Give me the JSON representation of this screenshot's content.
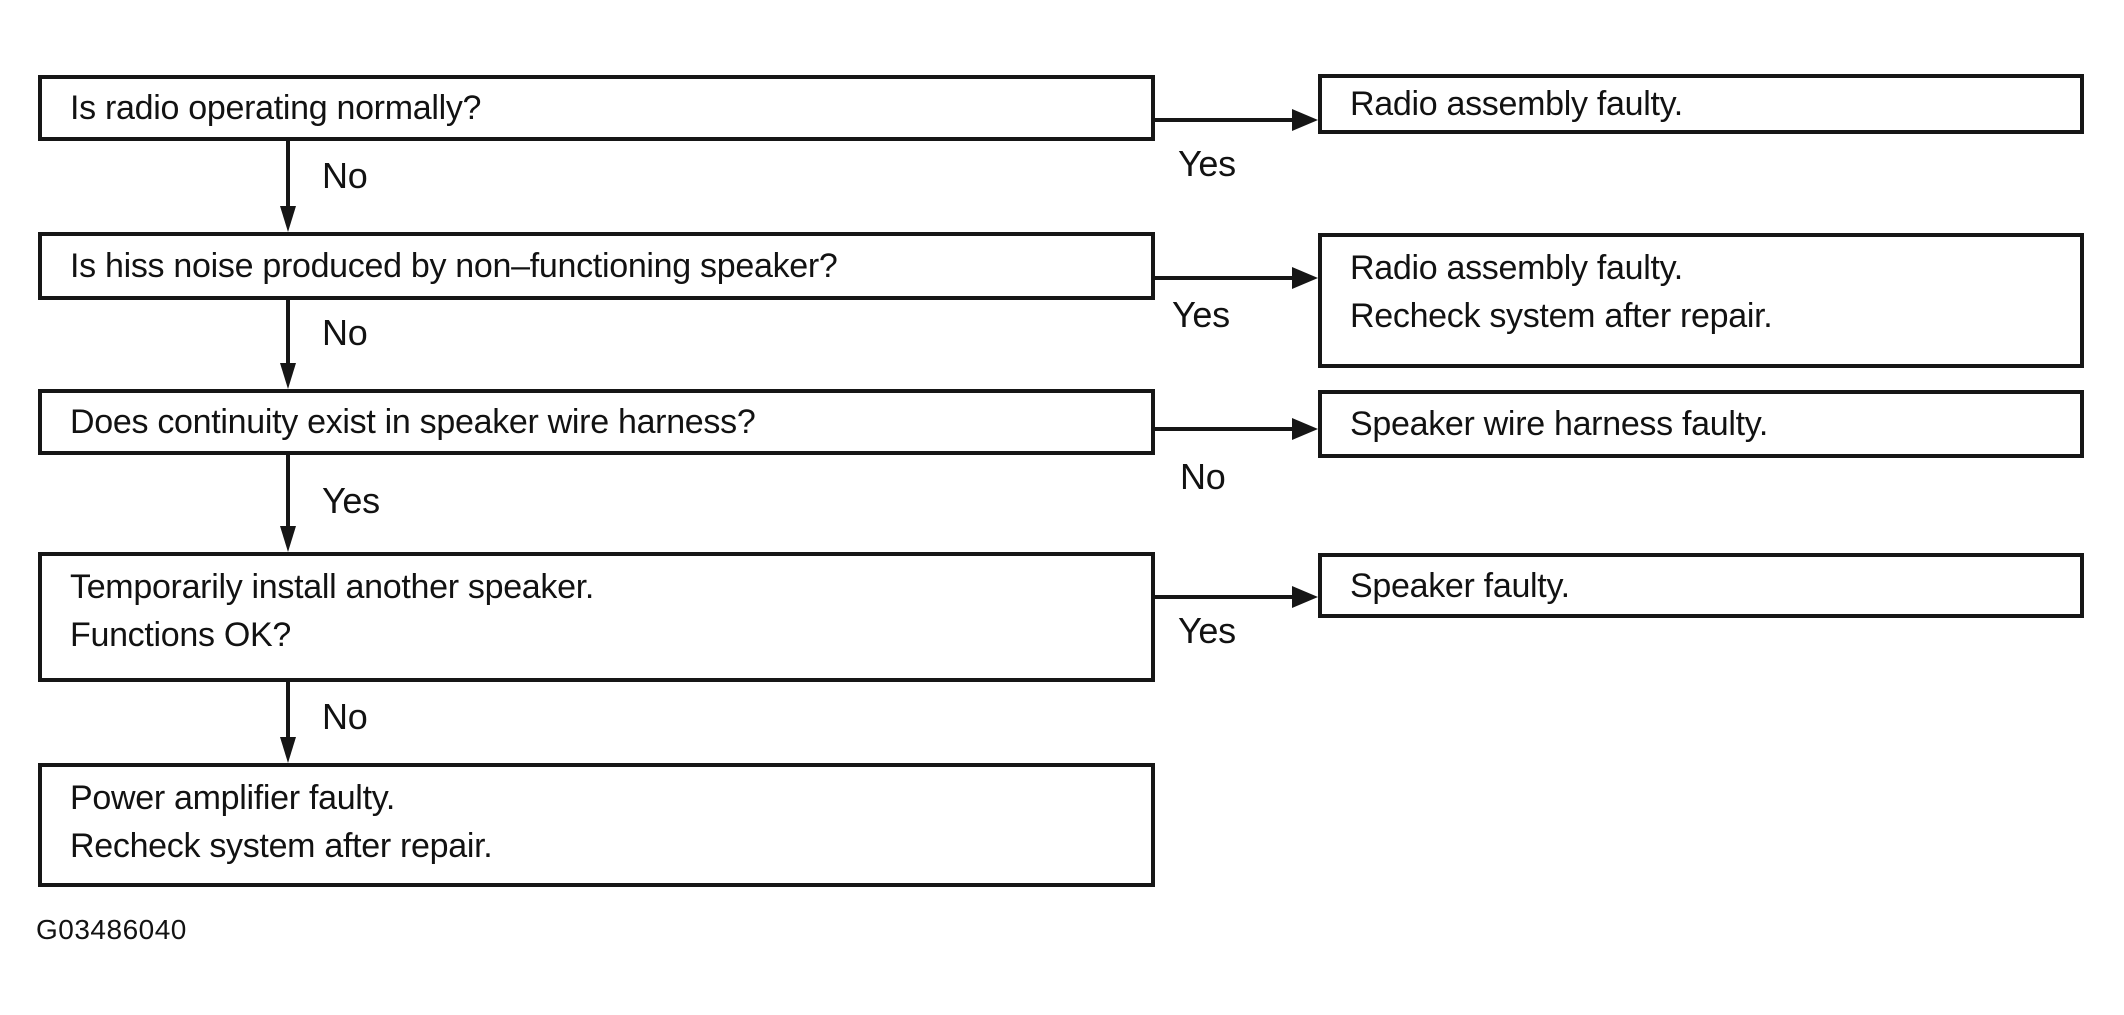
{
  "diagram": {
    "figure_id": "G03486040",
    "colors": {
      "line": "#161616",
      "text": "#121212",
      "background": "#ffffff"
    },
    "nodes": {
      "q1": {
        "lines": [
          "Is radio operating normally?"
        ]
      },
      "q2": {
        "lines": [
          "Is hiss noise produced by non–functioning speaker?"
        ]
      },
      "q3": {
        "lines": [
          "Does continuity exist in speaker wire harness?"
        ]
      },
      "q4": {
        "lines": [
          "Temporarily install another speaker.",
          "Functions OK?"
        ]
      },
      "r5": {
        "lines": [
          "Power amplifier faulty.",
          "Recheck system after repair."
        ]
      },
      "a1": {
        "lines": [
          "Radio assembly faulty."
        ]
      },
      "a2": {
        "lines": [
          "Radio assembly faulty.",
          "Recheck system after repair."
        ]
      },
      "a3": {
        "lines": [
          "Speaker wire harness faulty."
        ]
      },
      "a4": {
        "lines": [
          "Speaker faulty."
        ]
      }
    },
    "edges": {
      "q1_down": {
        "label": "No"
      },
      "q1_right": {
        "label": "Yes"
      },
      "q2_down": {
        "label": "No"
      },
      "q2_right": {
        "label": "Yes"
      },
      "q3_down": {
        "label": "Yes"
      },
      "q3_right": {
        "label": "No"
      },
      "q4_down": {
        "label": "No"
      },
      "q4_right": {
        "label": "Yes"
      }
    }
  }
}
